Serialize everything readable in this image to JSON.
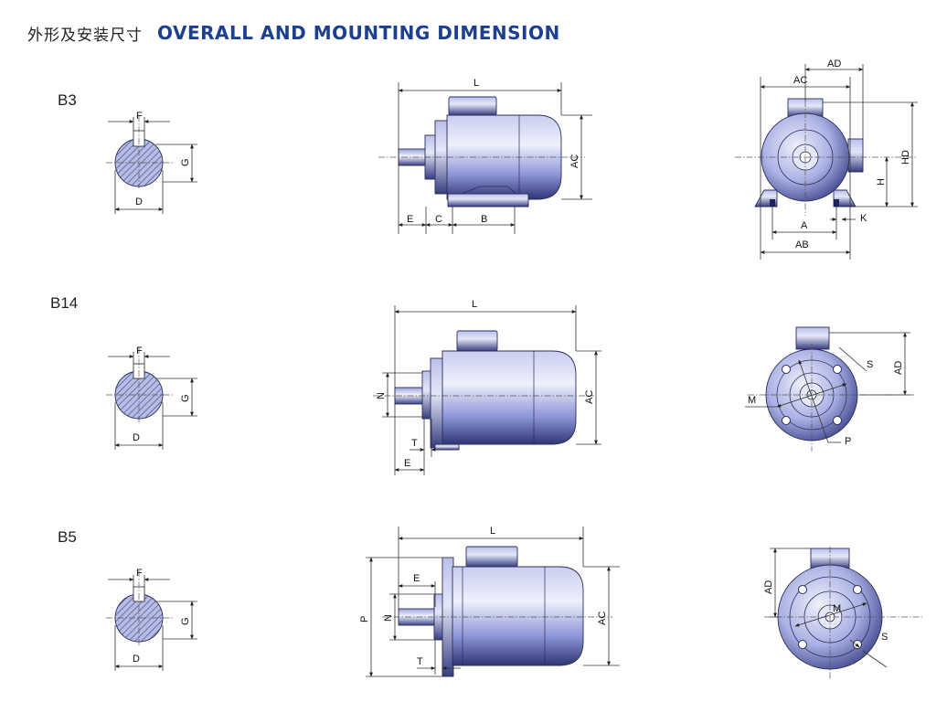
{
  "header": {
    "title_cn": "外形及安装尺寸",
    "title_en": "OVERALL AND MOUNTING DIMENSION"
  },
  "colors": {
    "title_blue": "#1c3f8f",
    "motor_light": "#dfe3f7",
    "motor_mid": "#8e97d8",
    "motor_dark": "#2d3575",
    "shaft_hatch": "#6a6fa8"
  },
  "sections": [
    {
      "type_label": "B3",
      "shaft": {
        "F": "F",
        "G": "G",
        "D": "D"
      },
      "side": {
        "L": "L",
        "AC": "AC",
        "E": "E",
        "C": "C",
        "B": "B"
      },
      "end": {
        "AD": "AD",
        "AC": "AC",
        "HD": "HD",
        "H": "H",
        "A": "A",
        "K": "K",
        "AB": "AB"
      }
    },
    {
      "type_label": "B14",
      "shaft": {
        "F": "F",
        "G": "G",
        "D": "D"
      },
      "side": {
        "L": "L",
        "AC": "AC",
        "N": "N",
        "T": "T",
        "E": "E"
      },
      "end": {
        "S": "S",
        "AD": "AD",
        "M": "M",
        "P": "P"
      }
    },
    {
      "type_label": "B5",
      "shaft": {
        "F": "F",
        "G": "G",
        "D": "D"
      },
      "side": {
        "L": "L",
        "AC": "AC",
        "E": "E",
        "P": "P",
        "N": "N",
        "T": "T"
      },
      "end": {
        "AD": "AD",
        "M": "M",
        "S": "S"
      }
    }
  ]
}
